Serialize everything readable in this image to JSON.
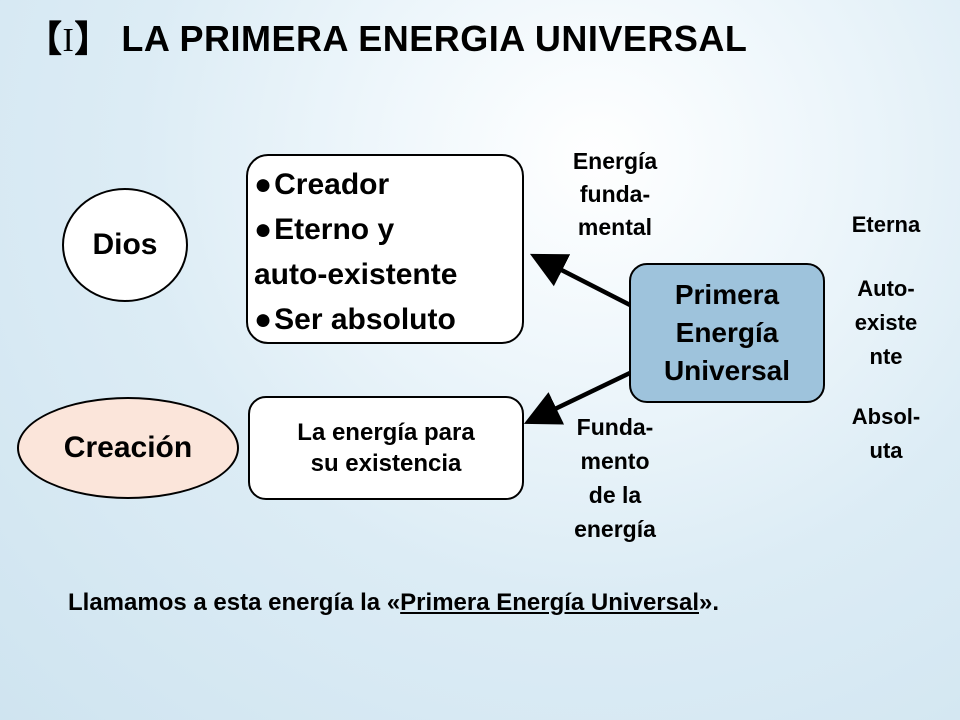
{
  "title": {
    "open_bracket": "【",
    "number": "I",
    "close_bracket": "】",
    "text": " LA PRIMERA ENERGIA UNIVERSAL"
  },
  "left": {
    "god": "Dios",
    "creation": "Creación"
  },
  "attributes_box": {
    "bullet": "●",
    "items": [
      "Creador",
      "Eterno y",
      "auto-existente",
      "Ser absoluto"
    ]
  },
  "energy_box": {
    "lines": [
      "La energía para",
      "su existencia"
    ]
  },
  "center_box": {
    "lines": [
      "Primera",
      "Energía",
      "Universal"
    ]
  },
  "arrow_labels": {
    "top": [
      "Energía",
      "funda-",
      "mental"
    ],
    "bottom": [
      "Funda-",
      "mento",
      "de la",
      "energía"
    ]
  },
  "side_labels": {
    "eternal": "Eterna",
    "self_existent": [
      "Auto-",
      "existe",
      "nte"
    ],
    "absolute": [
      "Absol-",
      "uta"
    ]
  },
  "caption": {
    "prefix": "Llamamos a esta energía la «",
    "underlined": "Primera Energía Universal",
    "suffix": "»."
  },
  "colors": {
    "center_fill": "#9ec3dc",
    "creation_fill": "#fbe5da",
    "background": "#dcecf5"
  }
}
